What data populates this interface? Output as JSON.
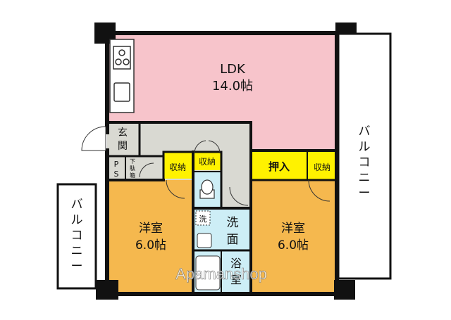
{
  "rooms": {
    "ldk": {
      "name": "LDK",
      "size": "14.0帖"
    },
    "genkan": {
      "name_1": "玄",
      "name_2": "関"
    },
    "ps": {
      "p": "P",
      "s": "S"
    },
    "getabako": {
      "char_1": "下",
      "char_2": "駄",
      "char_3": "箱"
    },
    "storage_left": {
      "name": "収納"
    },
    "storage_center": {
      "name": "収納"
    },
    "oshiire": {
      "name": "押入"
    },
    "storage_right": {
      "name": "収納"
    },
    "washitsu_left": {
      "name": "洋室",
      "size": "6.0帖"
    },
    "washitsu_right": {
      "name": "洋室",
      "size": "6.0帖"
    },
    "senmen": {
      "name_1": "洗",
      "name_2": "面"
    },
    "sentaku": {
      "name": "洗"
    },
    "yokushitsu": {
      "name_1": "浴",
      "name_2": "室"
    }
  },
  "balconies": {
    "right": {
      "c1": "バ",
      "c2": "ル",
      "c3": "コ",
      "c4": "ニ",
      "c5": "ー"
    },
    "left": {
      "c1": "バ",
      "c2": "ル",
      "c3": "コ",
      "c4": "ニ",
      "c5": "ー"
    }
  },
  "watermark": "Apamanshop",
  "colors": {
    "ldk": "#f7c4cb",
    "western_room": "#f5b84e",
    "storage": "#fff200",
    "corridor": "#d9d9d2",
    "wet_area": "#cdeef6",
    "wall": "#111111"
  }
}
